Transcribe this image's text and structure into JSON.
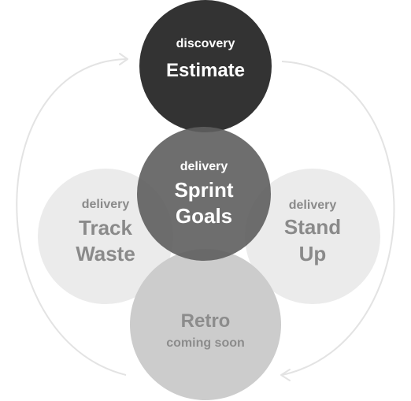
{
  "colors": {
    "estimate": "#333333",
    "sprint_goals": "#5e5e5e",
    "side": "#ebebeb",
    "retro": "#cccccc",
    "loop_arrow": "#e3e3e3",
    "text_light": "#ffffff",
    "text_side": "#8a8a8a",
    "text_retro": "#8c8c8c"
  },
  "nodes": {
    "estimate": {
      "tag": "discovery",
      "title_lines": [
        "Estimate"
      ]
    },
    "sprint_goals": {
      "tag": "delivery",
      "title_lines": [
        "Sprint",
        "Goals"
      ]
    },
    "track_waste": {
      "tag": "delivery",
      "title_lines": [
        "Track",
        "Waste"
      ]
    },
    "stand_up": {
      "tag": "delivery",
      "title_lines": [
        "Stand",
        "Up"
      ]
    },
    "retro": {
      "title_lines": [
        "Retro"
      ],
      "subtitle": "coming soon"
    }
  }
}
